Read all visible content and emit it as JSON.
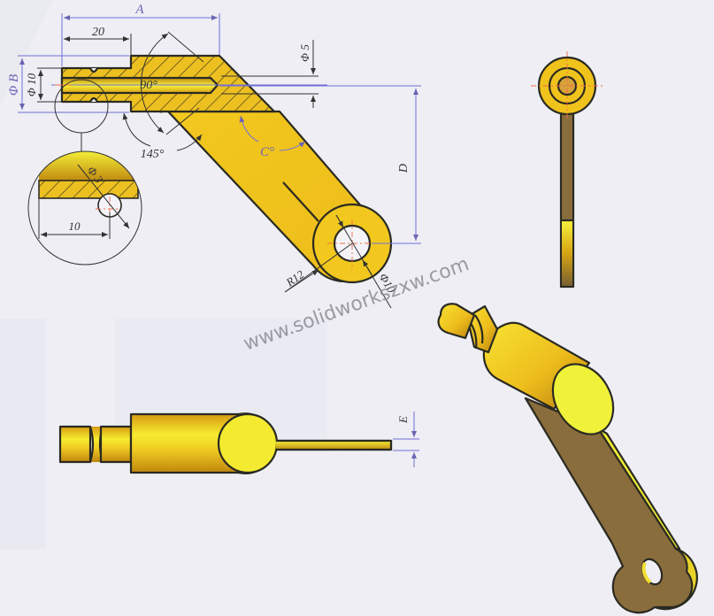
{
  "drawing": {
    "background": "#eeeef4",
    "colors": {
      "yellow": "#f2d020",
      "bright_yellow": "#f4f03a",
      "gold": "#e0a418",
      "bronze_shadow": "#8a6d3c",
      "outline": "#2a2a22",
      "dimension_line_blue": "#6f6fd8",
      "center_line": "#f06a4a"
    },
    "front_section_view": {
      "dims": {
        "A": "A",
        "len_20": "20",
        "dia_B": "Φ B",
        "dia_10": "Φ 10",
        "dia_5": "Φ 5",
        "angle_90": "90°",
        "angle_145": "145°",
        "angle_C": "C°",
        "D": "D",
        "radius_12": "R12",
        "hole_dia_10": "Φ10"
      }
    },
    "detail_view": {
      "dims": {
        "dia_3": "Φ 3",
        "len_10": "10"
      }
    },
    "side_view": {
      "dims": {
        "E": "E"
      }
    },
    "end_view": {},
    "isometric_view": {},
    "watermark": "www.solidworkszxw.com"
  }
}
